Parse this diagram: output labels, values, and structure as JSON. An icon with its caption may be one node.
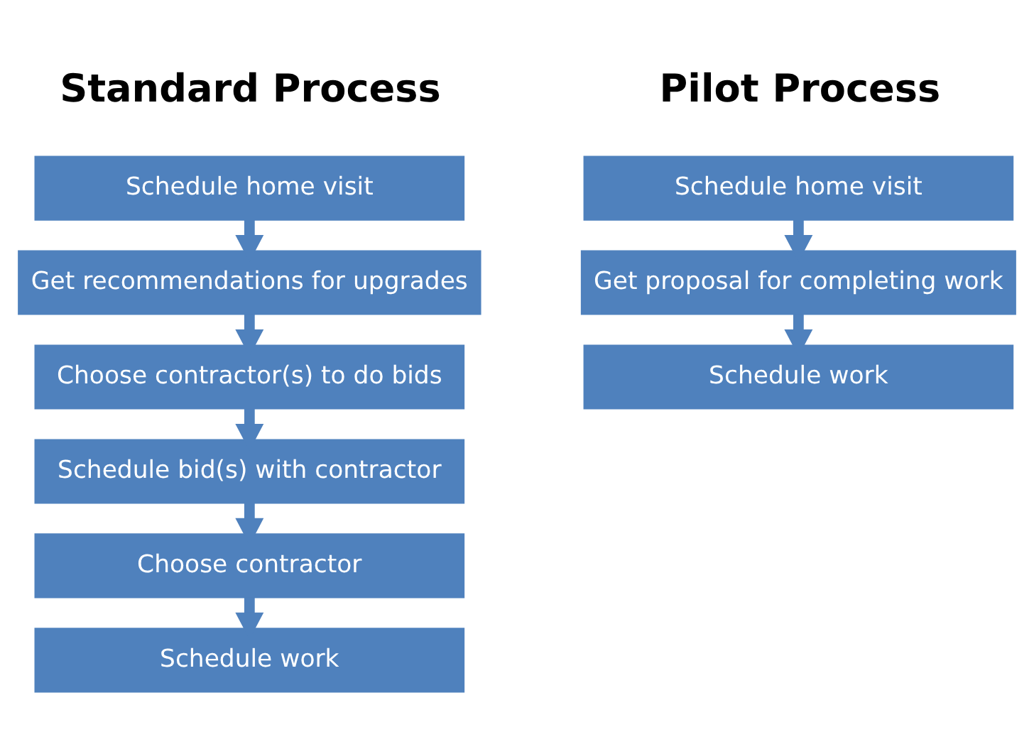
{
  "diagram": {
    "nodes": [
      {
        "text": [
          "Schedule home visit"
        ]
      },
      {
        "text": [
          "Get recommendations for upgrades"
        ]
      },
      {
        "text": [
          "Choose contractor(s) to do bids"
        ]
      },
      {
        "text": [
          "Schedule bid(s) with contractor"
        ]
      },
      {
        "text": [
          "Choose contractor"
        ]
      },
      {
        "text": [
          "Schedule work"
        ]
      },
      {
        "text": [
          "Schedule home visit"
        ]
      },
      {
        "text": [
          "Get proposal for completing work"
        ]
      },
      {
        "text": [
          "Schedule work"
        ]
      }
    ],
    "edges": [
      {
        "from": 0,
        "to": 1,
        "arrow": "to"
      },
      {
        "from": 1,
        "to": 2,
        "arrow": "to"
      },
      {
        "from": 2,
        "to": 3,
        "arrow": "to"
      },
      {
        "from": 3,
        "to": 4,
        "arrow": "to"
      },
      {
        "from": 4,
        "to": 5,
        "arrow": "to"
      },
      {
        "from": 6,
        "to": 7,
        "arrow": "to"
      },
      {
        "from": 7,
        "to": 8,
        "arrow": "to"
      }
    ],
    "labels": [
      "Standard Process",
      "Pilot Process"
    ]
  }
}
